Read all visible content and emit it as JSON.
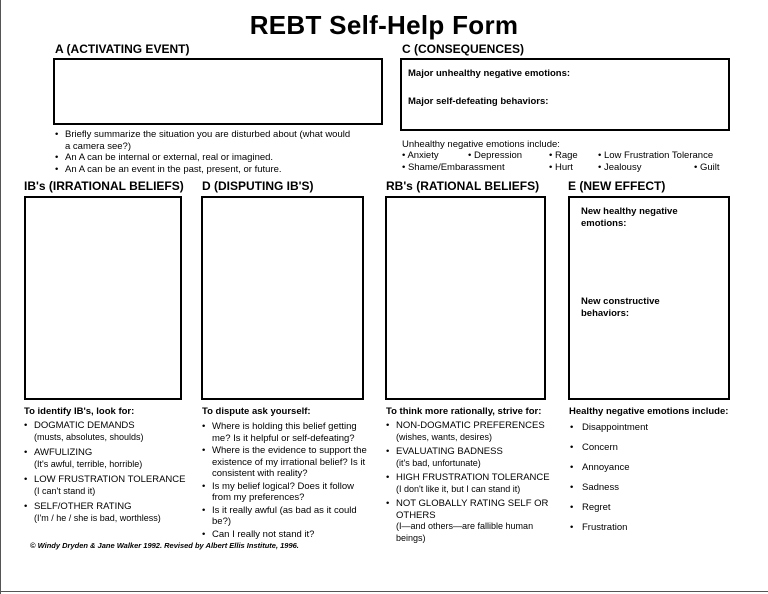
{
  "title": "REBT Self-Help Form",
  "section_a": {
    "heading": "A (ACTIVATING EVENT)",
    "bullets": [
      "Briefly summarize the situation you are disturbed about (what would a camera see?)",
      "An A can be internal or external, real or imagined.",
      "An A can be an event in the past, present, or future."
    ]
  },
  "section_c": {
    "heading": "C (CONSEQUENCES)",
    "emotions_label": "Major unhealthy negative emotions:",
    "behaviors_label": "Major self-defeating behaviors:",
    "emotions_include": "Unhealthy negative emotions include:",
    "emotions_row1": [
      "Anxiety",
      "Depression",
      "Rage",
      "Low Frustration Tolerance"
    ],
    "emotions_row2": [
      "Shame/Embarassment",
      "Hurt",
      "Jealousy",
      "Guilt"
    ]
  },
  "section_ib": {
    "heading": "IB's (IRRATIONAL BELIEFS)",
    "look_for": "To identify IB's, look for:",
    "items": [
      {
        "main": "DOGMATIC DEMANDS",
        "sub": "(musts, absolutes, shoulds)"
      },
      {
        "main": "AWFULIZING",
        "sub": "(It's awful, terrible, horrible)"
      },
      {
        "main": "LOW FRUSTRATION TOLERANCE",
        "sub": "(I can't stand it)"
      },
      {
        "main": "SELF/OTHER RATING",
        "sub": "(I'm / he / she is bad, worthless)"
      }
    ]
  },
  "section_d": {
    "heading": "D (DISPUTING IB'S)",
    "ask": "To dispute ask yourself:",
    "items": [
      "Where is holding this belief getting me? Is it helpful or self-defeating?",
      "Where is the evidence to support the existence of my irrational belief? Is it consistent with reality?",
      "Is my belief logical? Does it follow from my preferences?",
      "Is it really awful (as bad as it could be?)",
      "Can I really not stand it?"
    ]
  },
  "section_rb": {
    "heading": "RB's (RATIONAL BELIEFS)",
    "strive": "To think more rationally, strive for:",
    "items": [
      {
        "main": "NON-DOGMATIC PREFERENCES",
        "sub": "(wishes, wants, desires)"
      },
      {
        "main": "EVALUATING BADNESS",
        "sub": "(it's bad, unfortunate)"
      },
      {
        "main": "HIGH FRUSTRATION TOLERANCE",
        "sub": "(I don't like it, but I can stand it)"
      },
      {
        "main": "NOT GLOBALLY RATING SELF OR OTHERS",
        "sub": "(I—and others—are fallible human beings)"
      }
    ]
  },
  "section_e": {
    "heading": "E (NEW EFFECT)",
    "new_emotions": "New healthy negative emotions:",
    "new_behaviors": "New constructive behaviors:",
    "healthy_include": "Healthy negative emotions include:",
    "emotions": [
      "Disappointment",
      "Concern",
      "Annoyance",
      "Sadness",
      "Regret",
      "Frustration"
    ]
  },
  "copyright": "© Windy Dryden & Jane Walker 1992. Revised by Albert Ellis Institute, 1996."
}
